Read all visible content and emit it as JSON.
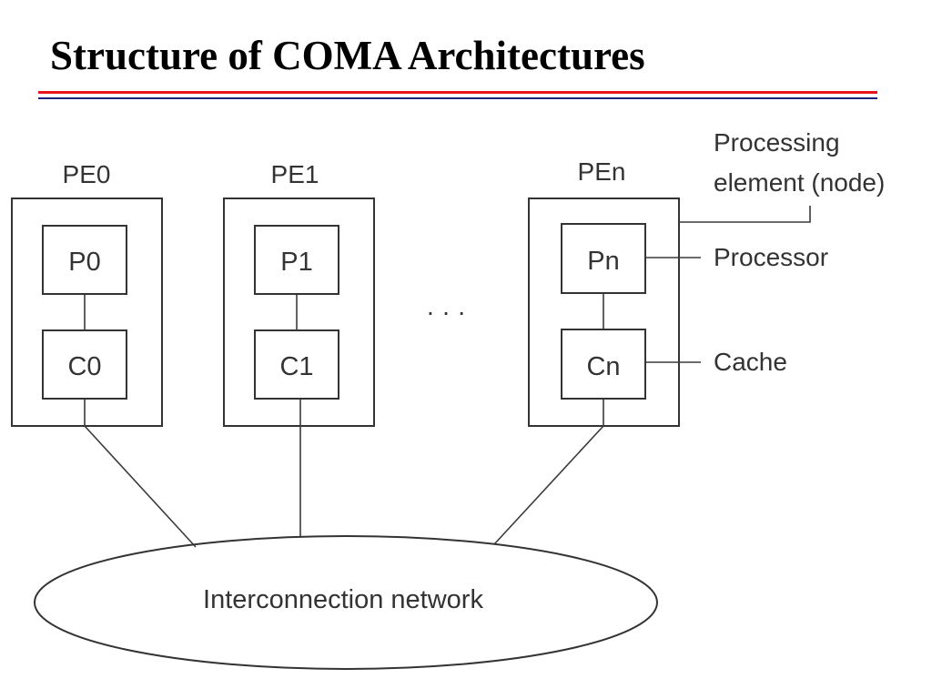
{
  "title": "Structure of COMA Architectures",
  "colors": {
    "rule_top": "#e8141b",
    "rule_bottom": "#1a237e",
    "diagram_stroke": "#333333"
  },
  "diagram": {
    "nodes": [
      {
        "label": "PE0",
        "processor": "P0",
        "cache": "C0"
      },
      {
        "label": "PE1",
        "processor": "P1",
        "cache": "C1"
      },
      {
        "label": "PEn",
        "processor": "Pn",
        "cache": "Cn"
      }
    ],
    "ellipsis": "· · ·",
    "network": "Interconnection network",
    "annotations": {
      "pe_line1": "Processing",
      "pe_line2": "element (node)",
      "processor": "Processor",
      "cache": "Cache"
    }
  }
}
